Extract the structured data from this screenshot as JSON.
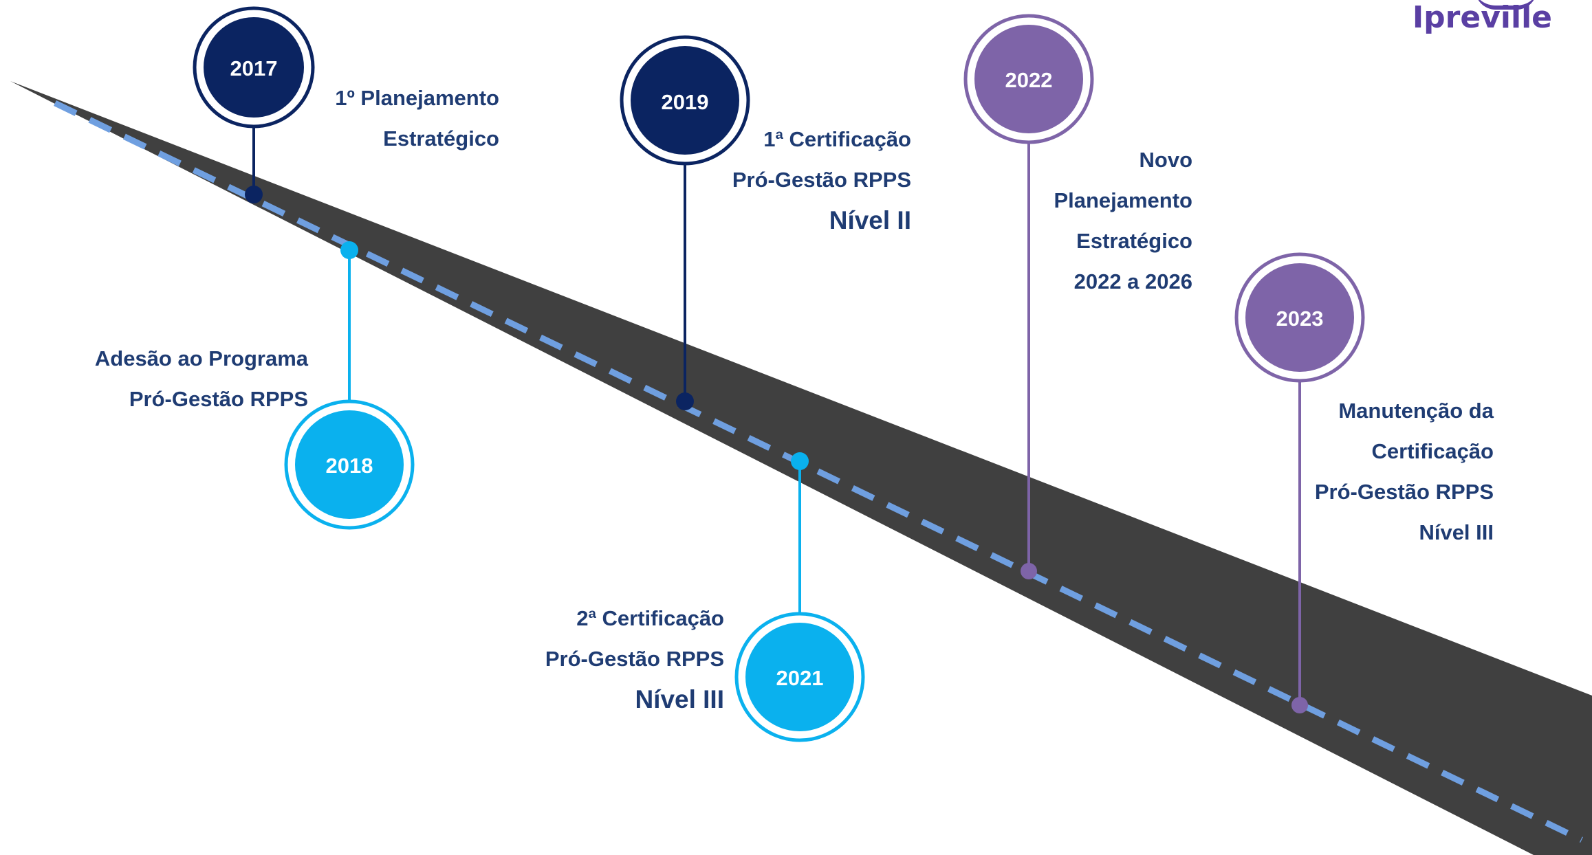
{
  "brand": {
    "name": "Ipreville",
    "color": "#5a3fa3"
  },
  "colors": {
    "road": "#404040",
    "dash": "#6f9fe0",
    "dark_blue": "#0b2461",
    "light_blue": "#0ab1ee",
    "purple": "#7e64a8",
    "text": "#1f3c73"
  },
  "milestones": [
    {
      "year": "2017",
      "color": "dark_blue",
      "lines": [
        "1º Planejamento",
        "Estratégico"
      ]
    },
    {
      "year": "2018",
      "color": "light_blue",
      "lines": [
        "Adesão ao Programa",
        "Pró-Gestão RPPS"
      ]
    },
    {
      "year": "2019",
      "color": "dark_blue",
      "lines": [
        "1ª Certificação",
        "Pró-Gestão RPPS"
      ],
      "highlight": "Nível II"
    },
    {
      "year": "2021",
      "color": "light_blue",
      "lines": [
        "2ª Certificação",
        "Pró-Gestão RPPS"
      ],
      "highlight": "Nível III"
    },
    {
      "year": "2022",
      "color": "purple",
      "lines": [
        "Novo",
        "Planejamento",
        "Estratégico",
        "2022 a 2026"
      ]
    },
    {
      "year": "2023",
      "color": "purple",
      "lines": [
        "Manutenção da",
        "Certificação",
        "Pró-Gestão RPPS",
        "Nível III"
      ]
    }
  ]
}
